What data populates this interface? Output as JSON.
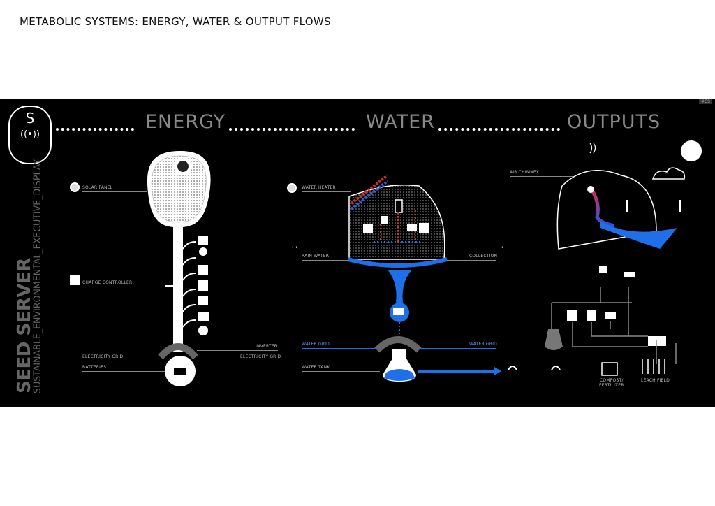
{
  "page_title": "METABOLIC SYSTEMS: ENERGY, WATER & OUTPUT FLOWS",
  "corner_tag": "#CS",
  "logo": {
    "letter": "S",
    "signal": "((•))"
  },
  "vertical_title": {
    "main": "SEED SERVER",
    "sub": "SUSTAINABLE_ENVIRONMENTAL_EXECUTIVE_DISPLAY"
  },
  "sections": {
    "energy": "ENERGY",
    "water": "WATER",
    "outputs": "OUTPUTS"
  },
  "energy_labels": {
    "solar_panel": "SOLAR PANEL",
    "charge_controller": "CHARGE CONTROLLER",
    "inverter": "INVERTER",
    "electricity_grid_left": "ELECTRICITY GRID",
    "electricity_grid_right": "ELECTRICITY GRID",
    "batteries": "BATTERIES"
  },
  "water_labels": {
    "water_heater": "WATER HEATER",
    "rain_water": "RAIN WATER",
    "collection": "COLLECTION",
    "water_grid_left": "WATER GRID",
    "water_grid_right": "WATER GRID",
    "water_tank": "WATER TANK"
  },
  "output_labels": {
    "air_chimney": "AIR CHIMNEY",
    "compost_line1": "COMPOST/",
    "compost_line2": "FERTILIZER",
    "leach_field": "LEACH FIELD"
  },
  "colors": {
    "water_blue": "#1e6fe8",
    "hot_red": "#e02828",
    "panel_bg": "#000000",
    "accent_white": "#ffffff"
  },
  "icons": [
    "logo-signal-icon",
    "solar-sun-icon",
    "charge-controller-icon",
    "socket-icon",
    "bulb-icon",
    "stove-icon",
    "fridge-icon",
    "washer-icon",
    "tv-icon",
    "fan-icon",
    "battery-icon",
    "water-pump-icon",
    "water-tank-icon",
    "shower-icon",
    "sink-icon",
    "toilet-icon",
    "sun-icon",
    "cloud-icon",
    "thermometer-icon",
    "plant-icon",
    "compost-icon",
    "leach-field-icon"
  ]
}
